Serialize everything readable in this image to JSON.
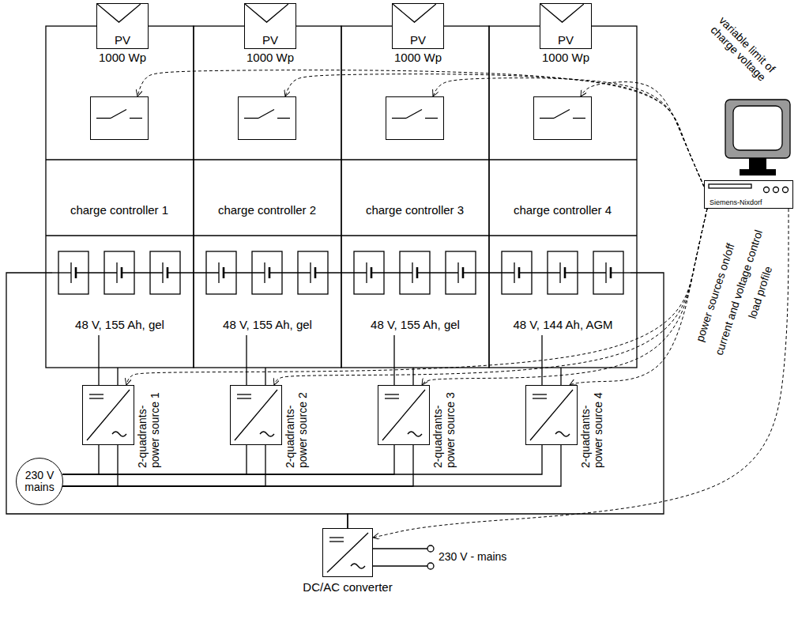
{
  "diagram": {
    "nodes": [
      {
        "text": [
          "PV",
          "1000 Wp"
        ]
      },
      {
        "text": [
          "PV",
          "1000 Wp"
        ]
      },
      {
        "text": [
          "PV",
          "1000 Wp"
        ]
      },
      {
        "text": [
          "PV",
          "1000 Wp"
        ]
      },
      {
        "text": [
          "charge controller 1"
        ]
      },
      {
        "text": [
          "charge controller 2"
        ]
      },
      {
        "text": [
          "charge controller 3"
        ]
      },
      {
        "text": [
          "charge controller 4"
        ]
      },
      {
        "text": [
          "48 V, 155 Ah, gel"
        ]
      },
      {
        "text": [
          "48 V, 155 Ah, gel"
        ]
      },
      {
        "text": [
          "48 V, 155 Ah, gel"
        ]
      },
      {
        "text": [
          "48 V, 144 Ah, AGM"
        ]
      },
      {
        "text": [
          "2-quadrants- power source 1"
        ]
      },
      {
        "text": [
          "2-quadrants- power source 2"
        ]
      },
      {
        "text": [
          "2-quadrants- power source 3"
        ]
      },
      {
        "text": [
          "2-quadrants- power source 4"
        ]
      },
      {
        "text": [
          "230 V mains"
        ]
      },
      {
        "text": [
          "DC/AC converter"
        ]
      },
      {
        "text": [
          "Siemens-Nixdorf"
        ]
      }
    ],
    "edges": [
      {
        "from": 18,
        "to": 4,
        "arrow": "to"
      },
      {
        "from": 18,
        "to": 5,
        "arrow": "to"
      },
      {
        "from": 18,
        "to": 6,
        "arrow": "to"
      },
      {
        "from": 18,
        "to": 7,
        "arrow": "to"
      },
      {
        "from": 18,
        "to": 12,
        "arrow": "to"
      },
      {
        "from": 18,
        "to": 13,
        "arrow": "to"
      },
      {
        "from": 18,
        "to": 14,
        "arrow": "to"
      },
      {
        "from": 18,
        "to": 15,
        "arrow": "to"
      },
      {
        "from": 18,
        "to": 17,
        "arrow": "to"
      },
      {
        "from": 8,
        "to": 12,
        "arrow": "none"
      },
      {
        "from": 9,
        "to": 13,
        "arrow": "none"
      },
      {
        "from": 10,
        "to": 14,
        "arrow": "none"
      },
      {
        "from": 11,
        "to": 15,
        "arrow": "none"
      },
      {
        "from": 12,
        "to": 16,
        "arrow": "none"
      },
      {
        "from": 13,
        "to": 16,
        "arrow": "none"
      },
      {
        "from": 14,
        "to": 16,
        "arrow": "none"
      },
      {
        "from": 15,
        "to": 16,
        "arrow": "none"
      },
      {
        "from": 8,
        "to": 17,
        "arrow": "none"
      },
      {
        "from": 11,
        "to": 17,
        "arrow": "none"
      }
    ],
    "labels": [
      "variable limit of charge voltage",
      "power sources on/off",
      "current and voltage control",
      "load profile",
      "230 V - mains"
    ]
  }
}
